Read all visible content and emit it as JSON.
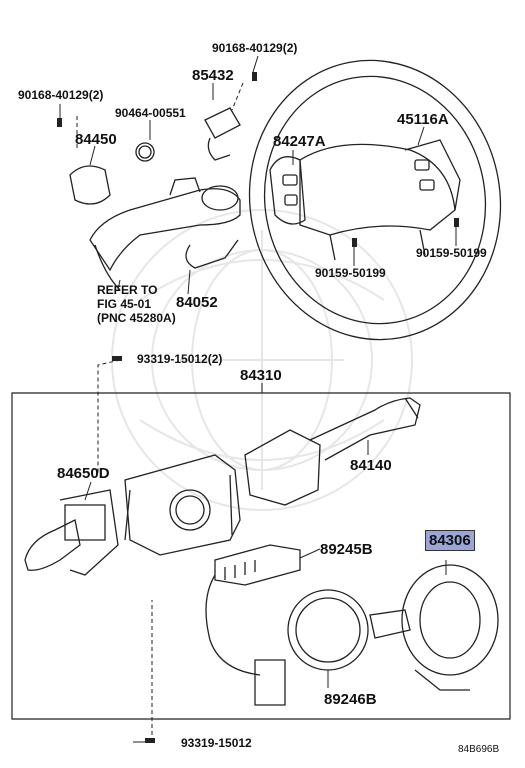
{
  "labels": {
    "l_90168_top": "90168-40129(2)",
    "l_85432": "85432",
    "l_90168_left": "90168-40129(2)",
    "l_90464": "90464-00551",
    "l_84450": "84450",
    "l_84247A": "84247A",
    "l_45116A": "45116A",
    "l_refer": "REFER TO\nFIG 45-01\n(PNC 45280A)",
    "l_84052": "84052",
    "l_90159_mid": "90159-50199",
    "l_90159_right": "90159-50199",
    "l_93319_top": "93319-15012(2)",
    "l_84310": "84310",
    "l_84650D": "84650D",
    "l_84140": "84140",
    "l_89245B": "89245B",
    "l_84306": "84306",
    "l_89246B": "89246B",
    "l_93319_bottom": "93319-15012",
    "l_figcode": "84B696B"
  },
  "highlight_color": "#9aa6d6"
}
